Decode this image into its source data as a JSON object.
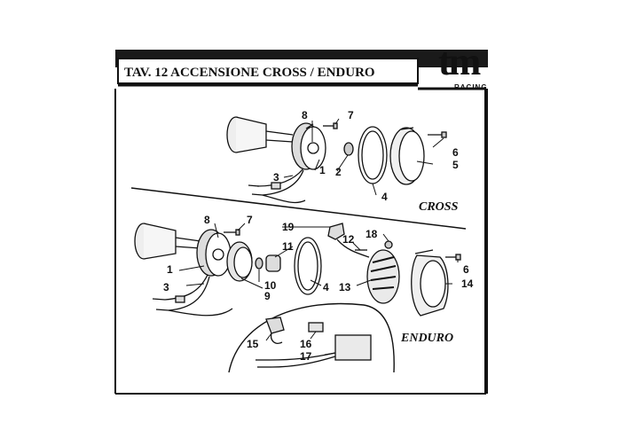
{
  "title": "TAV. 12 ACCENSIONE CROSS / ENDURO",
  "logo": {
    "mark": "tm",
    "sub": "RACING"
  },
  "sections": {
    "cross": "CROSS",
    "enduro": "ENDURO"
  },
  "callouts": {
    "c8a": "8",
    "c7a": "7",
    "c6a": "6",
    "c5": "5",
    "c2": "2",
    "c1a": "1",
    "c3a": "3",
    "c4a": "4",
    "c8b": "8",
    "c7b": "7",
    "c19": "19",
    "c11": "11",
    "c12": "12",
    "c18": "18",
    "c6b": "6",
    "c1b": "1",
    "c3b": "3",
    "c10": "10",
    "c9": "9",
    "c4b": "4",
    "c13": "13",
    "c14": "14",
    "c15": "15",
    "c16": "16",
    "c17": "17"
  }
}
